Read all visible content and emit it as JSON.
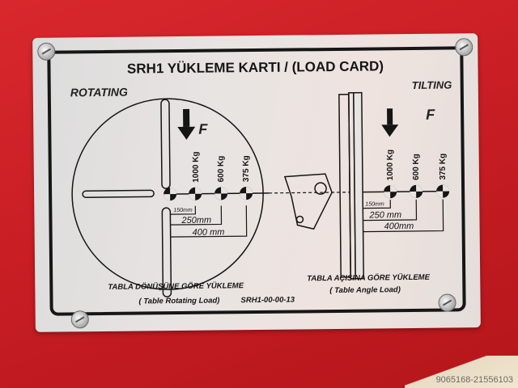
{
  "plate": {
    "title": "SRH1 YÜKLEME KARTI / (LOAD CARD)",
    "part_number": "SRH1-00-00-13",
    "rotating": {
      "heading": "ROTATING",
      "force_label": "F",
      "loads": [
        "1000 Kg",
        "600 Kg",
        "375 Kg"
      ],
      "distances": [
        "150mm",
        "250mm",
        "400 mm"
      ],
      "caption_tr": "TABLA DÖNÜŞÜNE GÖRE YÜKLEME",
      "caption_en": "( Table Rotating Load)"
    },
    "tilting": {
      "heading": "TILTING",
      "force_label": "F",
      "loads": [
        "1000 Kg",
        "600 Kg",
        "375 Kg"
      ],
      "distances": [
        "150mm",
        "250 mm",
        "400mm"
      ],
      "caption_tr": "TABLA AÇISINA GÖRE YÜKLEME",
      "caption_en": "( Table Angle Load)"
    }
  },
  "watermark": "9065168-21556103"
}
